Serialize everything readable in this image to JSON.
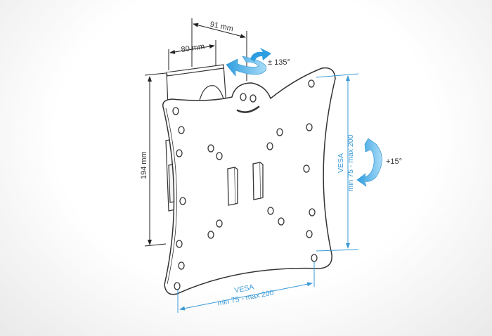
{
  "dimensions": {
    "arm_offset": "91 mm",
    "bracket_width": "80 mm",
    "bracket_height": "194 mm",
    "swivel": "± 135°",
    "tilt": "+15°"
  },
  "vesa_vertical": {
    "title": "VESA",
    "range": "min 75 - max 200"
  },
  "vesa_horizontal": {
    "title": "VESA",
    "range": "min 75 - max 200"
  },
  "colors": {
    "accent": "#4fb3e8",
    "vesa_text": "#3a9ad6",
    "line": "#333333"
  }
}
